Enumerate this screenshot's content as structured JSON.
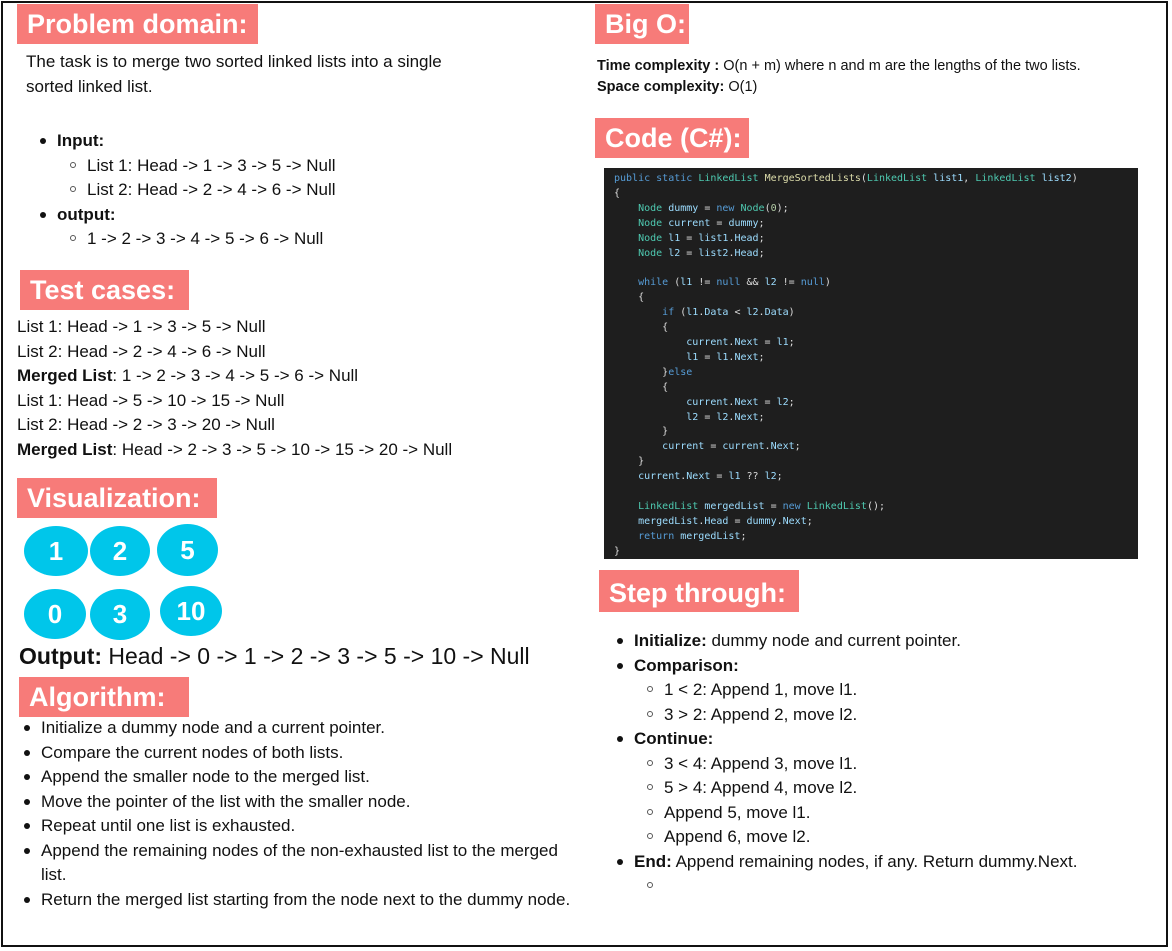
{
  "headers": {
    "problem": "Problem domain:",
    "bigo": "Big O:",
    "code": "Code (C#):",
    "tests": "Test cases:",
    "viz": "Visualization:",
    "algo": "Algorithm:",
    "step": "Step through:"
  },
  "problem": {
    "line1": "The task is to merge two sorted linked lists into a single",
    "line2": "sorted linked list.",
    "input_label": "Input:",
    "input_items": [
      "List 1: Head -> 1 -> 3 -> 5 -> Null",
      "List 2: Head -> 2 -> 4 -> 6 -> Null"
    ],
    "output_label": "output:",
    "output_items": [
      "1 -> 2 -> 3 -> 4 -> 5 -> 6 -> Null"
    ]
  },
  "bigo": {
    "time_label": "Time complexity :",
    "time_value": " O(n + m) where n and m are the lengths of the two lists.",
    "space_label": "Space complexity:",
    "space_value": " O(1)"
  },
  "tests": [
    {
      "label": "",
      "text": "List 1: Head -> 1 -> 3 -> 5 -> Null"
    },
    {
      "label": "",
      "text": "List 2: Head -> 2 -> 4 -> 6 -> Null"
    },
    {
      "label": "Merged List",
      "text": ": 1 -> 2 -> 3 -> 4 -> 5 -> 6 -> Null"
    },
    {
      "label": "",
      "text": "List 1: Head -> 5 -> 10 -> 15 -> Null"
    },
    {
      "label": "",
      "text": "List 2: Head -> 2 -> 3 -> 20 -> Null"
    },
    {
      "label": "Merged List",
      "text": ": Head -> 2 -> 3 -> 5 -> 10 -> 15 -> 20 -> Null"
    }
  ],
  "viz": {
    "nodes": [
      "1",
      "2",
      "5",
      "0",
      "3",
      "10"
    ],
    "output_label": "Output:",
    "output_value": " Head -> 0 -> 1 -> 2 -> 3 -> 5 -> 10 -> Null"
  },
  "algorithm": [
    "Initialize a dummy node and a current pointer.",
    "Compare the current nodes of both lists.",
    "Append the smaller node to the merged list.",
    "Move the pointer of the list with the smaller node.",
    "Repeat until one list is exhausted.",
    "Append the remaining nodes of the non-exhausted list to the merged list.",
    "Return the merged list starting from the node next to the dummy node."
  ],
  "code_lines": [
    "public static LinkedList MergeSortedLists(LinkedList list1, LinkedList list2)",
    "{",
    "    Node dummy = new Node(0);",
    "    Node current = dummy;",
    "    Node l1 = list1.Head;",
    "    Node l2 = list2.Head;",
    "",
    "    while (l1 != null && l2 != null)",
    "    {",
    "        if (l1.Data < l2.Data)",
    "        {",
    "            current.Next = l1;",
    "            l1 = l1.Next;",
    "        }else",
    "        {",
    "            current.Next = l2;",
    "            l2 = l2.Next;",
    "        }",
    "        current = current.Next;",
    "    }",
    "    current.Next = l1 ?? l2;",
    "",
    "    LinkedList mergedList = new LinkedList();",
    "    mergedList.Head = dummy.Next;",
    "    return mergedList;",
    "}"
  ],
  "step": {
    "init_label": "Initialize:",
    "init_text": " dummy node and current pointer.",
    "comp_label": "Comparison:",
    "comp_items": [
      "1 < 2: Append 1, move l1.",
      "3 > 2: Append 2, move l2."
    ],
    "cont_label": "Continue:",
    "cont_items": [
      "3 < 4: Append 3, move l1.",
      "5 > 4: Append 4, move l2.",
      "Append 5, move l1.",
      "Append 6, move l2."
    ],
    "end_label": "End:",
    "end_text": " Append remaining nodes, if any. Return dummy.Next.",
    "end_items": [
      ""
    ]
  }
}
